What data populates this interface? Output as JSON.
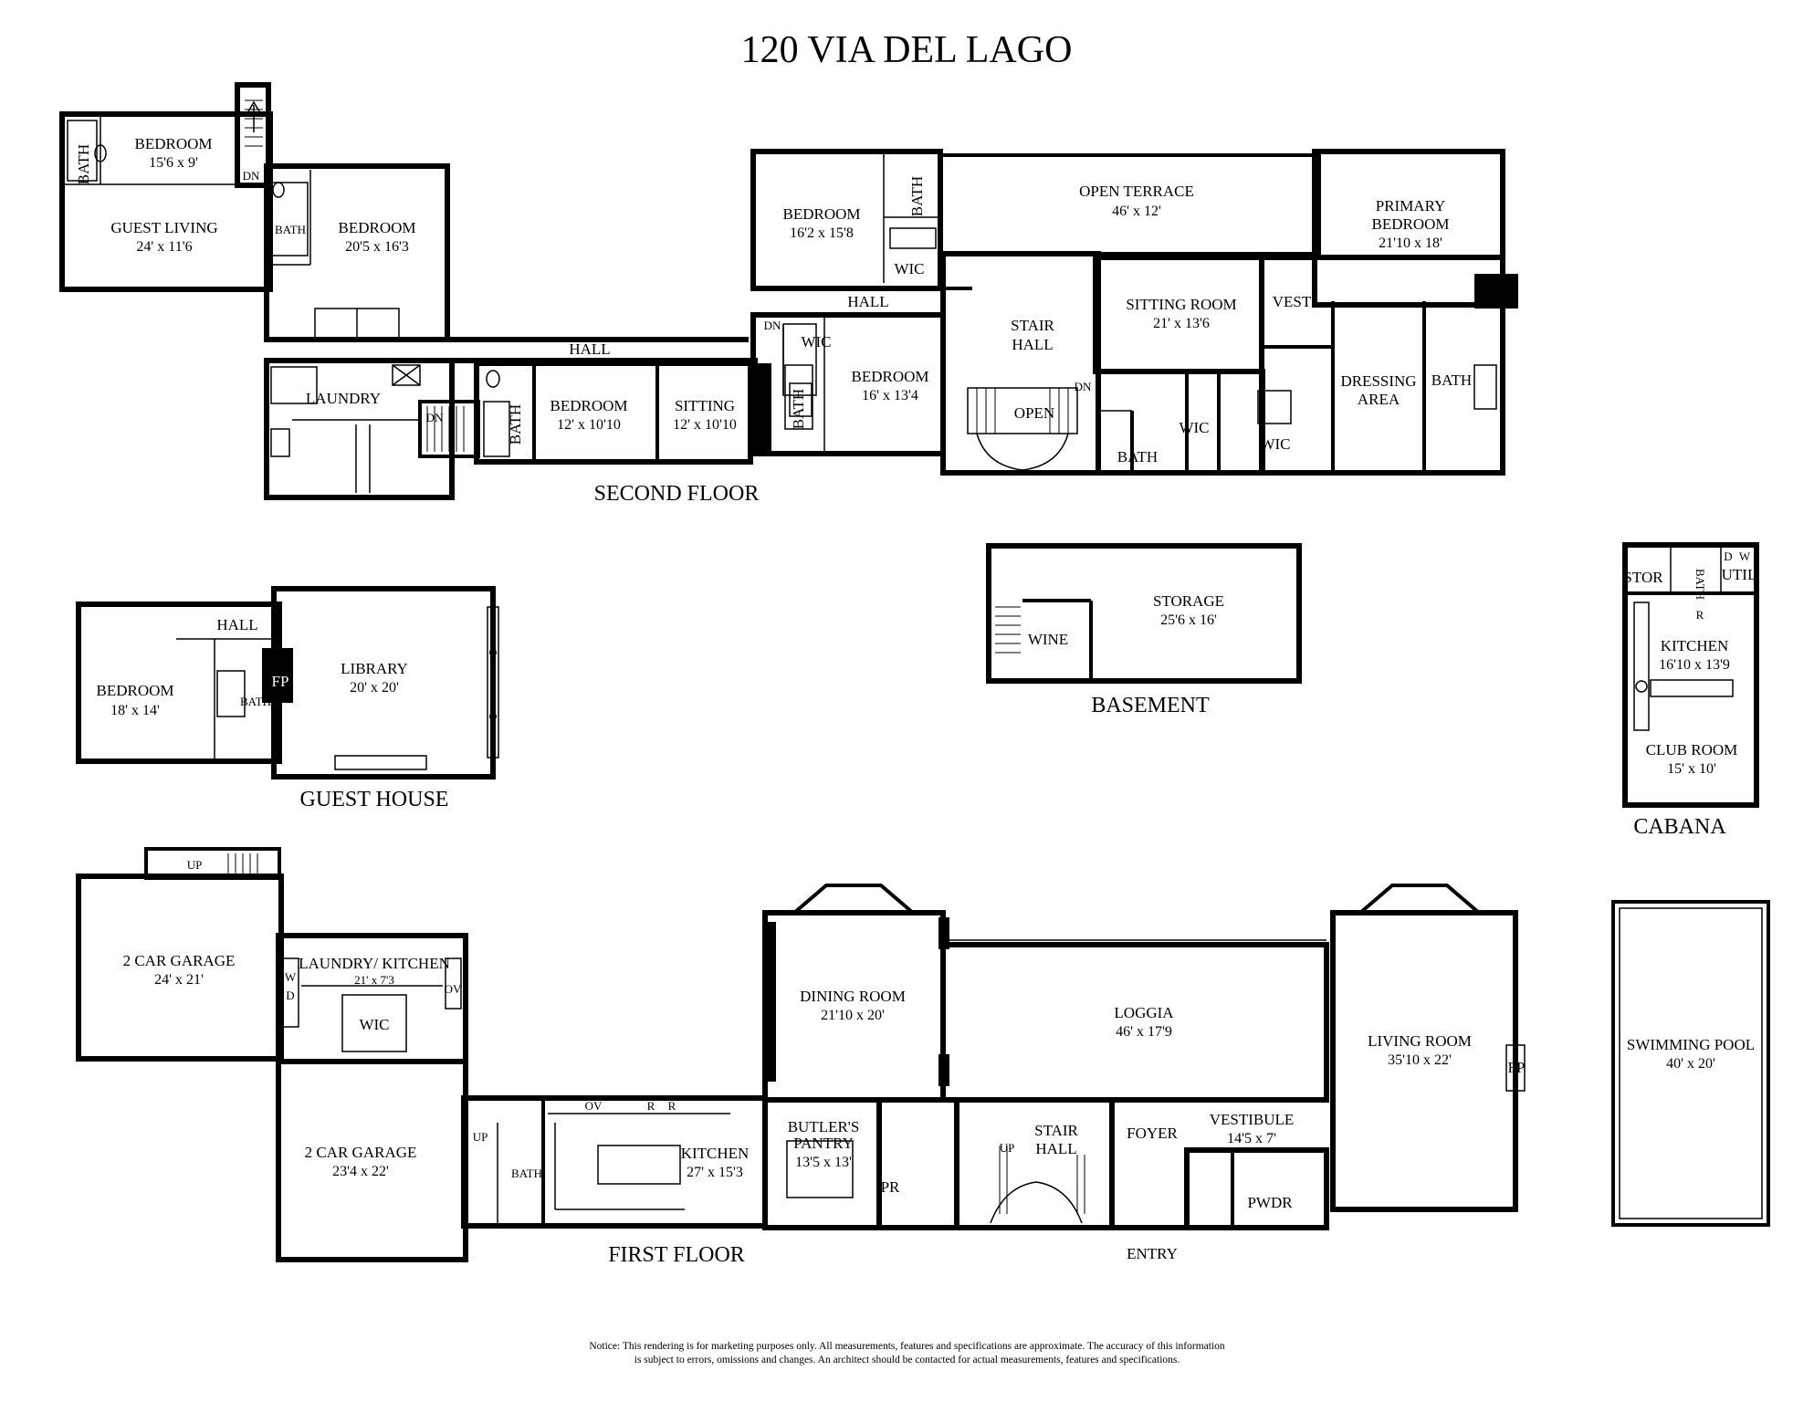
{
  "title": "120 VIA DEL LAGO",
  "sections": {
    "second_floor": "SECOND FLOOR",
    "guest_house": "GUEST HOUSE",
    "basement": "BASEMENT",
    "cabana": "CABANA",
    "first_floor": "FIRST FLOOR"
  },
  "rooms": {
    "sf_guest_bedroom": {
      "name": "BEDROOM",
      "dim": "15'6 x 9'"
    },
    "sf_guest_bath": {
      "name": "BATH"
    },
    "sf_guest_living": {
      "name": "GUEST LIVING",
      "dim": "24' x 11'6"
    },
    "sf_dn1": {
      "name": "DN"
    },
    "sf_bath2": {
      "name": "BATH"
    },
    "sf_bedroom2": {
      "name": "BEDROOM",
      "dim": "20'5 x 16'3"
    },
    "sf_hall": {
      "name": "HALL"
    },
    "sf_laundry": {
      "name": "LAUNDRY"
    },
    "sf_dn2": {
      "name": "DN"
    },
    "sf_bath3": {
      "name": "BATH"
    },
    "sf_bedroom3": {
      "name": "BEDROOM",
      "dim": "12' x 10'10"
    },
    "sf_sitting": {
      "name": "SITTING",
      "dim": "12' x 10'10"
    },
    "sf_bedroom4": {
      "name": "BEDROOM",
      "dim": "16'2 x 15'8"
    },
    "sf_bath4": {
      "name": "BATH"
    },
    "sf_wic1": {
      "name": "WIC"
    },
    "sf_hall2": {
      "name": "HALL"
    },
    "sf_dn3": {
      "name": "DN"
    },
    "sf_wic2": {
      "name": "WIC"
    },
    "sf_bath5": {
      "name": "BATH"
    },
    "sf_bedroom5": {
      "name": "BEDROOM",
      "dim": "16' x 13'4"
    },
    "sf_open_terrace": {
      "name": "OPEN TERRACE",
      "dim": "46' x 12'"
    },
    "sf_stair_hall_1": {
      "name": "STAIR"
    },
    "sf_stair_hall_2": {
      "name": "HALL"
    },
    "sf_open": {
      "name": "OPEN"
    },
    "sf_dn4": {
      "name": "DN"
    },
    "sf_sitting_room": {
      "name": "SITTING ROOM",
      "dim": "21' x 13'6"
    },
    "sf_vest": {
      "name": "VEST"
    },
    "sf_primary_1": {
      "name": "PRIMARY"
    },
    "sf_primary_2": {
      "name": "BEDROOM",
      "dim": "21'10 x 18'"
    },
    "sf_dressing_1": {
      "name": "DRESSING"
    },
    "sf_dressing_2": {
      "name": "AREA"
    },
    "sf_bath6": {
      "name": "BATH"
    },
    "sf_wic3": {
      "name": "WIC"
    },
    "sf_wic4": {
      "name": "WIC"
    },
    "sf_bath7": {
      "name": "BATH"
    },
    "gh_hall": {
      "name": "HALL"
    },
    "gh_bedroom": {
      "name": "BEDROOM",
      "dim": "18' x 14'"
    },
    "gh_bath": {
      "name": "BATH"
    },
    "gh_fp": {
      "name": "FP"
    },
    "gh_library": {
      "name": "LIBRARY",
      "dim": "20' x 20'"
    },
    "bs_wine": {
      "name": "WINE"
    },
    "bs_storage": {
      "name": "STORAGE",
      "dim": "25'6 x 16'"
    },
    "cb_stor": {
      "name": "STOR"
    },
    "cb_bath": {
      "name": "BATH"
    },
    "cb_d": {
      "name": "D"
    },
    "cb_w": {
      "name": "W"
    },
    "cb_util": {
      "name": "UTIL"
    },
    "cb_r": {
      "name": "R"
    },
    "cb_kitchen": {
      "name": "KITCHEN",
      "dim": "16'10 x 13'9"
    },
    "cb_club": {
      "name": "CLUB ROOM",
      "dim": "15' x 10'"
    },
    "ff_up1": {
      "name": "UP"
    },
    "ff_garage1": {
      "name": "2 CAR GARAGE",
      "dim": "24' x 21'"
    },
    "ff_laundry_kitchen": {
      "name": "LAUNDRY/ KITCHEN",
      "dim": "21' x 7'3"
    },
    "ff_w": {
      "name": "W"
    },
    "ff_d": {
      "name": "D"
    },
    "ff_ov1": {
      "name": "OV"
    },
    "ff_wic": {
      "name": "WIC"
    },
    "ff_garage2": {
      "name": "2 CAR GARAGE",
      "dim": "23'4 x 22'"
    },
    "ff_up2": {
      "name": "UP"
    },
    "ff_bath": {
      "name": "BATH"
    },
    "ff_ov2": {
      "name": "OV"
    },
    "ff_r1": {
      "name": "R"
    },
    "ff_r2": {
      "name": "R"
    },
    "ff_kitchen": {
      "name": "KITCHEN",
      "dim": "27' x 15'3"
    },
    "ff_dining": {
      "name": "DINING ROOM",
      "dim": "21'10 x 20'"
    },
    "ff_butler_1": {
      "name": "BUTLER'S"
    },
    "ff_butler_2": {
      "name": "PANTRY",
      "dim": "13'5 x 13'"
    },
    "ff_pr": {
      "name": "PR"
    },
    "ff_loggia": {
      "name": "LOGGIA",
      "dim": "46' x 17'9"
    },
    "ff_stair_1": {
      "name": "STAIR"
    },
    "ff_stair_2": {
      "name": "HALL"
    },
    "ff_up3": {
      "name": "UP"
    },
    "ff_foyer": {
      "name": "FOYER"
    },
    "ff_vestibule": {
      "name": "VESTIBULE",
      "dim": "14'5 x 7'"
    },
    "ff_pwdr": {
      "name": "PWDR"
    },
    "ff_entry": {
      "name": "ENTRY"
    },
    "ff_living": {
      "name": "LIVING ROOM",
      "dim": "35'10 x 22'"
    },
    "ff_fp": {
      "name": "FP"
    },
    "pool": {
      "name": "SWIMMING POOL",
      "dim": "40' x 20'"
    }
  },
  "notice": {
    "line1": "Notice: This rendering is for marketing purposes only. All measurements, features and specifications are approximate. The accuracy of this information",
    "line2": "is subject to errors, omissions and changes. An architect should be contacted for actual measurements, features and specifications."
  }
}
